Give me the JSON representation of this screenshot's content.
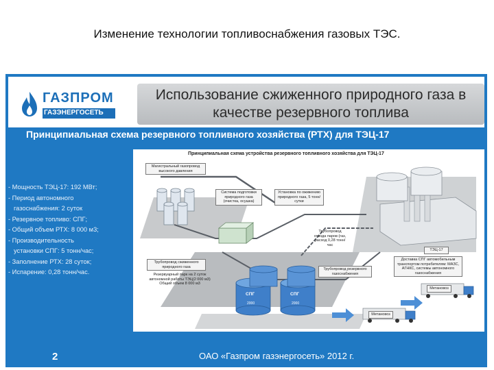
{
  "page": {
    "title": "Изменение технологии топливоснабжения газовых ТЭС."
  },
  "slide": {
    "logo": {
      "word1": "ГАЗПРОМ",
      "word2": "ГАЗЭНЕРГОСЕТЬ"
    },
    "banner": {
      "line1": "Использование сжиженного природного газа в",
      "line2": "качестве резервного топлива"
    },
    "subtitle": "Принципиальная схема резервного топливного хозяйства (РТХ) для ТЭЦ-17",
    "bullets": [
      "- Мощность ТЭЦ-17: 192 МВт;",
      "- Период автономного",
      "газоснабжения: 2 суток",
      "- Резервное топливо: СПГ;",
      "- Общий объем РТХ: 8 000 м3;",
      "- Производительность",
      "установки СПГ: 5 тонн/час;",
      "- Заполнение РТХ: 28 суток;",
      "- Испарение: 0,28 тонн/час."
    ],
    "footer": {
      "page_num": "2",
      "org": "ОАО «Газпром газэнергосеть» 2012 г."
    }
  },
  "diagram": {
    "title": "Принципиальная схема устройства резервного топливного хозяйства для ТЭЦ-17",
    "labels": {
      "pipeline": "Магистральный газопровод высокого давления",
      "prep": "Система подготовки природного газа (очистка, осушка)",
      "liquefaction": "Установка по ожижению природного газа, 5 тонн/сутки",
      "boiloff": "Трубопровод отвода паров (газ, расход 0,28 тонн/час",
      "lng_pipe": "Трубопровод сжиженного природного газа",
      "reserve": "Резервуарный парк на 2 суток автономной работы ТЭЦ(2 000 м3) Общий объем 8 000 м3",
      "reserve_pipe": "Трубопровод резервного газоснабжения",
      "tec": "ТЭЦ-17",
      "delivery": "Доставка СПГ автомобильным транспортом потребителям: МАЗС, АГНКС, системы автономного газоснабжения",
      "tanker1": "Метановоз",
      "tanker2": "Метановоз"
    },
    "tanks": [
      {
        "label": "СПГ",
        "volume": "2000"
      },
      {
        "label": "СПГ",
        "volume": "2000"
      }
    ]
  }
}
